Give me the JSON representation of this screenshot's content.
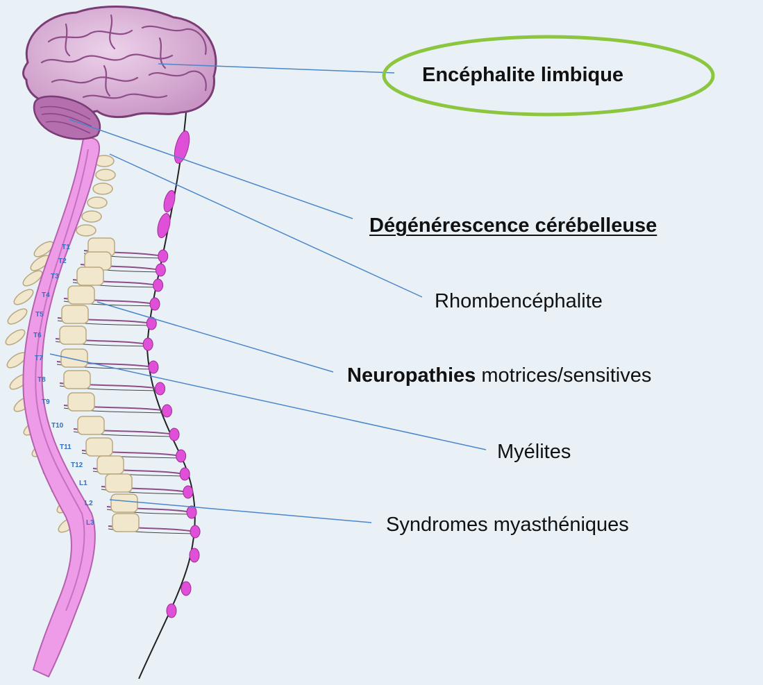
{
  "labels": {
    "limbic": "Encéphalite limbique",
    "cerebellar": "Dégénérescence cérébelleuse",
    "rhomb": "Rhombencéphalite",
    "neuro_bold": "Neuropathies",
    "neuro_rest": " motrices/sensitives",
    "myelites": "Myélites",
    "myasth": "Syndromes myasthéniques"
  },
  "vertebra_labels": [
    "T1",
    "T2",
    "T3",
    "T4",
    "T5",
    "T6",
    "T7",
    "T8",
    "T9",
    "T10",
    "T11",
    "T12",
    "L1",
    "L2",
    "L3"
  ],
  "highlighted_label": "limbic",
  "colors": {
    "background": "#e9f1f7",
    "brain": "#dcb2d6",
    "cerebellum": "#b56fae",
    "spinal_cord": "#ef9ce8",
    "bone": "#f1e7cc",
    "ganglion": "#e04fd8",
    "leader_line": "#4a86c9",
    "highlight_ellipse": "#8cc63f",
    "vertebra_text": "#2f6fc4"
  },
  "icons": [
    "brain-illustration",
    "cerebellum-illustration",
    "spinal-cord-illustration",
    "sympathetic-chain-illustration"
  ]
}
